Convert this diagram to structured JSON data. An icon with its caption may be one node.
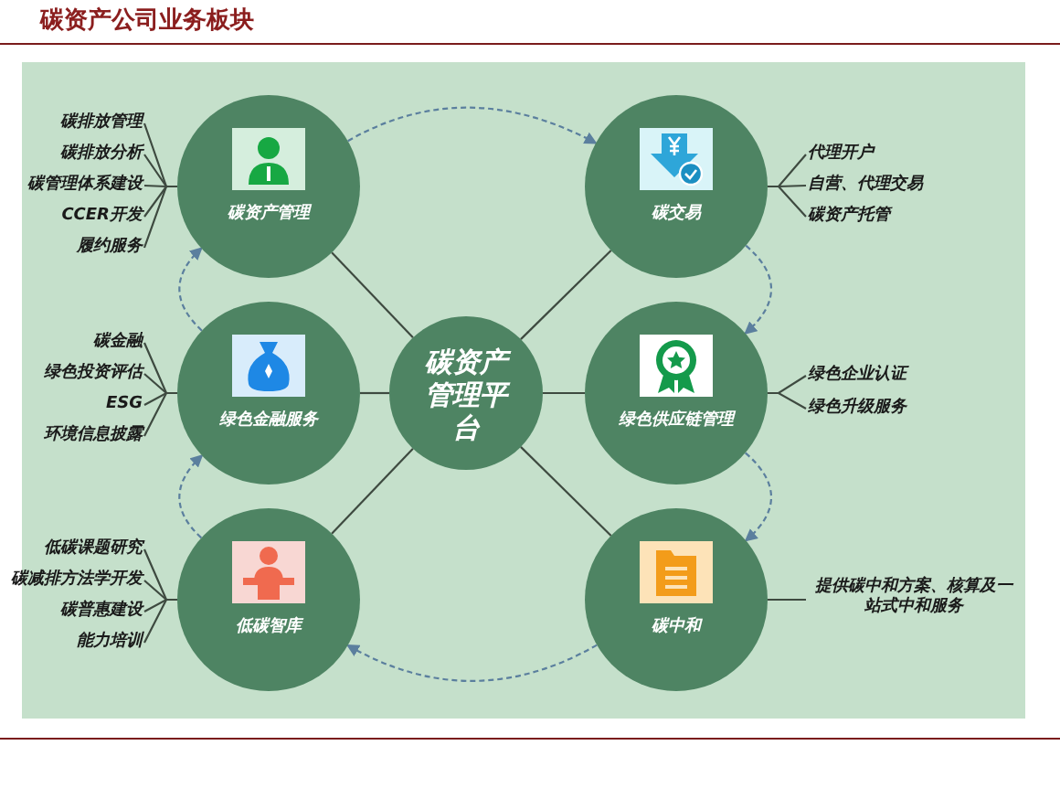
{
  "diagram": {
    "title": "碳资产公司业务板块",
    "nodes": [
      {
        "text": [
          "碳资产管理"
        ]
      },
      {
        "text": [
          "碳排放管理"
        ]
      },
      {
        "text": [
          "碳排放分析"
        ]
      },
      {
        "text": [
          "碳管理体系建设"
        ]
      },
      {
        "text": [
          "CCER开发"
        ]
      },
      {
        "text": [
          "履约服务"
        ]
      },
      {
        "text": [
          "碳交易"
        ]
      },
      {
        "text": [
          "代理开户"
        ]
      },
      {
        "text": [
          "自营、代理交易"
        ]
      },
      {
        "text": [
          "碳资产托管"
        ]
      },
      {
        "text": [
          "碳资产管理平台"
        ]
      },
      {
        "text": [
          "绿色金融服务"
        ]
      },
      {
        "text": [
          "碳金融"
        ]
      },
      {
        "text": [
          "绿色投资评估"
        ]
      },
      {
        "text": [
          "ESG"
        ]
      },
      {
        "text": [
          "环境信息披露"
        ]
      },
      {
        "text": [
          "绿色供应链管理"
        ]
      },
      {
        "text": [
          "绿色企业认证"
        ]
      },
      {
        "text": [
          "绿色升级服务"
        ]
      },
      {
        "text": [
          "低碳智库"
        ]
      },
      {
        "text": [
          "低碳课题研究"
        ]
      },
      {
        "text": [
          "碳减排方法学开发"
        ]
      },
      {
        "text": [
          "碳普惠建设"
        ]
      },
      {
        "text": [
          "能力培训"
        ]
      },
      {
        "text": [
          "碳中和"
        ]
      },
      {
        "text": [
          "提供碳中和方案、核算及一站式中和服务"
        ]
      }
    ],
    "edges": [
      {
        "from": 1,
        "to": 0,
        "arrow": "none"
      },
      {
        "from": 2,
        "to": 0,
        "arrow": "none"
      },
      {
        "from": 3,
        "to": 0,
        "arrow": "none"
      },
      {
        "from": 4,
        "to": 0,
        "arrow": "none"
      },
      {
        "from": 5,
        "to": 0,
        "arrow": "none"
      },
      {
        "from": 7,
        "to": 6,
        "arrow": "none"
      },
      {
        "from": 8,
        "to": 6,
        "arrow": "none"
      },
      {
        "from": 9,
        "to": 6,
        "arrow": "none"
      },
      {
        "from": 12,
        "to": 11,
        "arrow": "none"
      },
      {
        "from": 13,
        "to": 11,
        "arrow": "none"
      },
      {
        "from": 14,
        "to": 11,
        "arrow": "none"
      },
      {
        "from": 15,
        "to": 11,
        "arrow": "none"
      },
      {
        "from": 17,
        "to": 16,
        "arrow": "none"
      },
      {
        "from": 18,
        "to": 16,
        "arrow": "none"
      },
      {
        "from": 20,
        "to": 19,
        "arrow": "none"
      },
      {
        "from": 21,
        "to": 19,
        "arrow": "none"
      },
      {
        "from": 22,
        "to": 19,
        "arrow": "none"
      },
      {
        "from": 23,
        "to": 19,
        "arrow": "none"
      },
      {
        "from": 25,
        "to": 24,
        "arrow": "none"
      },
      {
        "from": 10,
        "to": 0,
        "arrow": "none"
      },
      {
        "from": 10,
        "to": 6,
        "arrow": "none"
      },
      {
        "from": 10,
        "to": 11,
        "arrow": "none"
      },
      {
        "from": 10,
        "to": 16,
        "arrow": "none"
      },
      {
        "from": 10,
        "to": 19,
        "arrow": "none"
      },
      {
        "from": 10,
        "to": 24,
        "arrow": "none"
      },
      {
        "from": 0,
        "to": 6,
        "arrow": "to",
        "style": "dashed",
        "color": "#5b7f9e"
      },
      {
        "from": 6,
        "to": 16,
        "arrow": "to",
        "style": "dashed",
        "color": "#5b7f9e"
      },
      {
        "from": 16,
        "to": 24,
        "arrow": "to",
        "style": "dashed",
        "color": "#5b7f9e"
      },
      {
        "from": 24,
        "to": 19,
        "arrow": "to",
        "style": "dashed",
        "color": "#5b7f9e"
      },
      {
        "from": 19,
        "to": 11,
        "arrow": "to",
        "style": "dashed",
        "color": "#5b7f9e"
      },
      {
        "from": 11,
        "to": 0,
        "arrow": "to",
        "style": "dashed",
        "color": "#5b7f9e"
      }
    ]
  }
}
